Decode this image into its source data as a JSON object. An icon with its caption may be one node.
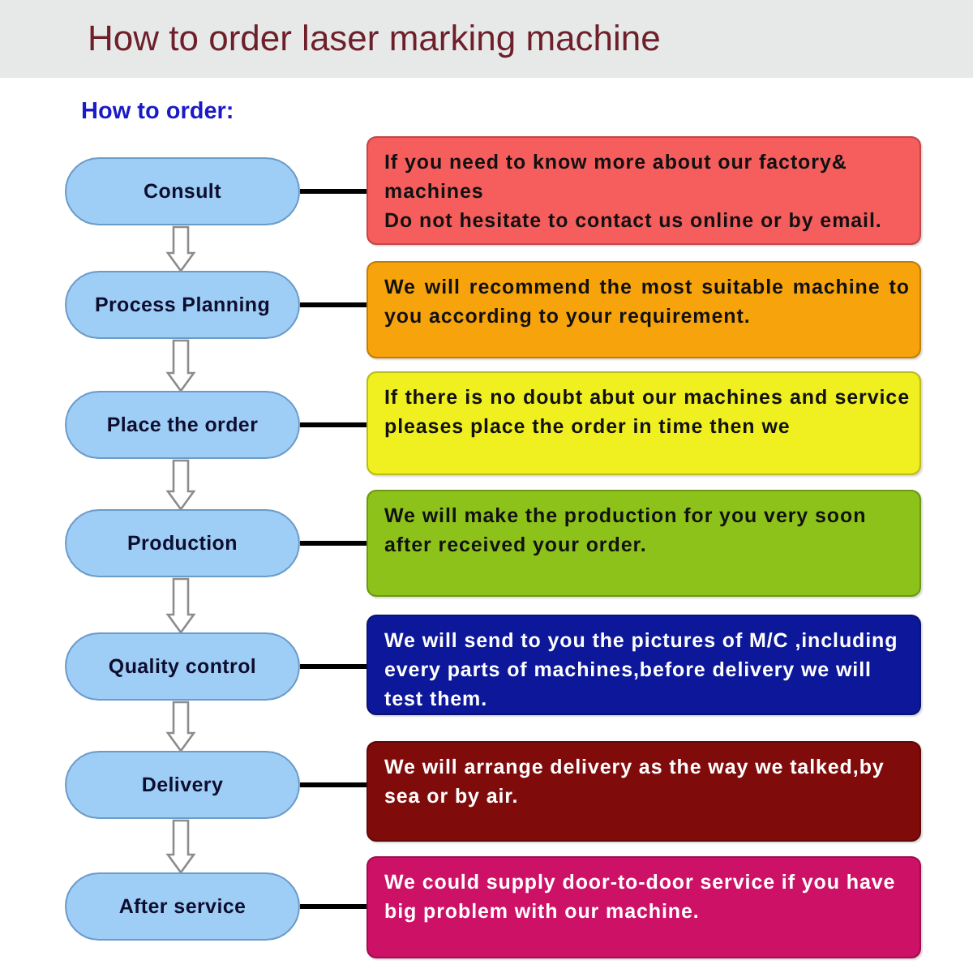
{
  "diagram": {
    "title": "How to order laser marking machine",
    "nodes": [
      {
        "text": [
          "Consult"
        ]
      },
      {
        "text": [
          "If you need to know more about our factory& machines",
          "Do not hesitate to contact us online or by email."
        ]
      },
      {
        "text": [
          "Process Planning"
        ]
      },
      {
        "text": [
          "We will recommend the most suitable machine to you according to your requirement."
        ]
      },
      {
        "text": [
          "Place the order"
        ]
      },
      {
        "text": [
          "If there is no doubt abut our machines and service pleases place the order in time then we"
        ]
      },
      {
        "text": [
          "Production"
        ]
      },
      {
        "text": [
          "We will make the production for you very soon after received your order."
        ]
      },
      {
        "text": [
          "Quality control"
        ]
      },
      {
        "text": [
          "We will send to you the pictures of M/C ,including every parts of machines,before delivery we will test them."
        ]
      },
      {
        "text": [
          "Delivery"
        ]
      },
      {
        "text": [
          "We will arrange delivery as the way we talked,by sea or by air."
        ]
      },
      {
        "text": [
          "After service"
        ]
      },
      {
        "text": [
          "We could supply door-to-door service if you have big problem with our machine."
        ]
      }
    ],
    "edges": [
      {
        "from": 0,
        "to": 1,
        "arrow": "none"
      },
      {
        "from": 0,
        "to": 2,
        "arrow": "to",
        "style": "thick",
        "color": "#8c8c8c"
      },
      {
        "from": 2,
        "to": 3,
        "arrow": "none"
      },
      {
        "from": 2,
        "to": 4,
        "arrow": "to",
        "style": "thick",
        "color": "#8c8c8c"
      },
      {
        "from": 4,
        "to": 5,
        "arrow": "none"
      },
      {
        "from": 4,
        "to": 6,
        "arrow": "to",
        "style": "thick",
        "color": "#8c8c8c"
      },
      {
        "from": 6,
        "to": 7,
        "arrow": "none"
      },
      {
        "from": 6,
        "to": 8,
        "arrow": "to",
        "style": "thick",
        "color": "#8c8c8c"
      },
      {
        "from": 8,
        "to": 9,
        "arrow": "none"
      },
      {
        "from": 8,
        "to": 10,
        "arrow": "to",
        "style": "thick",
        "color": "#8c8c8c"
      },
      {
        "from": 10,
        "to": 11,
        "arrow": "none"
      },
      {
        "from": 10,
        "to": 12,
        "arrow": "to",
        "style": "thick",
        "color": "#8c8c8c"
      },
      {
        "from": 12,
        "to": 13,
        "arrow": "none"
      }
    ],
    "labels": [
      "How to order:"
    ]
  }
}
